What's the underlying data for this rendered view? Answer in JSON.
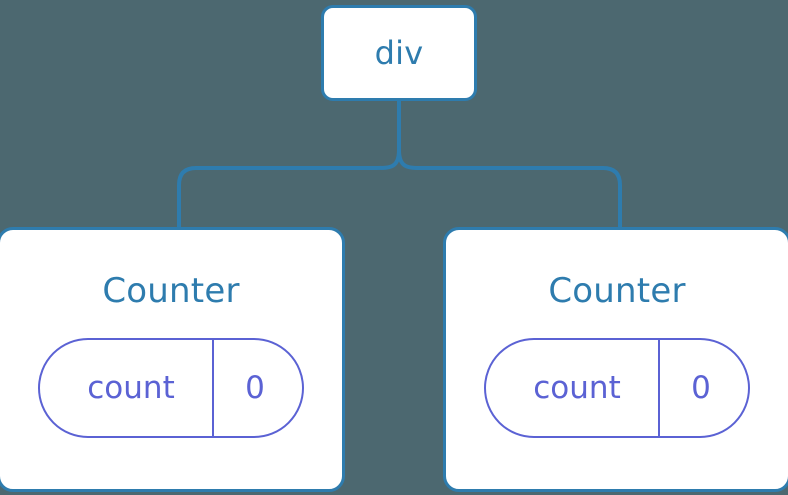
{
  "diagram": {
    "type": "component-tree",
    "background_color": "#4c6870",
    "node_border_color": "#2e7cae",
    "node_fill_color": "#ffffff",
    "node_text_color": "#2e7cae",
    "edge_color": "#2e7cae",
    "state_pill_color": "#5b62d4",
    "root": {
      "label": "div",
      "children_count": 2
    },
    "children": [
      {
        "label": "Counter",
        "state": {
          "key": "count",
          "value": "0"
        }
      },
      {
        "label": "Counter",
        "state": {
          "key": "count",
          "value": "0"
        }
      }
    ]
  }
}
